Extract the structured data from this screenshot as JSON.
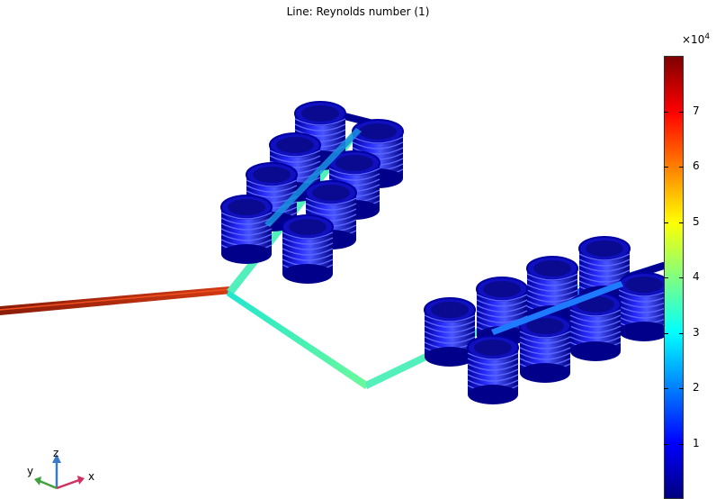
{
  "title": "Line: Reynolds number (1)",
  "colorbar": {
    "multiplier_base": "×10",
    "multiplier_exp": "4",
    "ticks": [
      "7",
      "6",
      "5",
      "4",
      "3",
      "2",
      "1"
    ],
    "max_value": 8,
    "colormap": [
      "#00007f",
      "#0000ff",
      "#0080ff",
      "#00ffff",
      "#80ff80",
      "#ffff00",
      "#ff8000",
      "#ff0000",
      "#7f0000"
    ]
  },
  "triad": {
    "x": "x",
    "y": "y",
    "z": "z"
  }
}
